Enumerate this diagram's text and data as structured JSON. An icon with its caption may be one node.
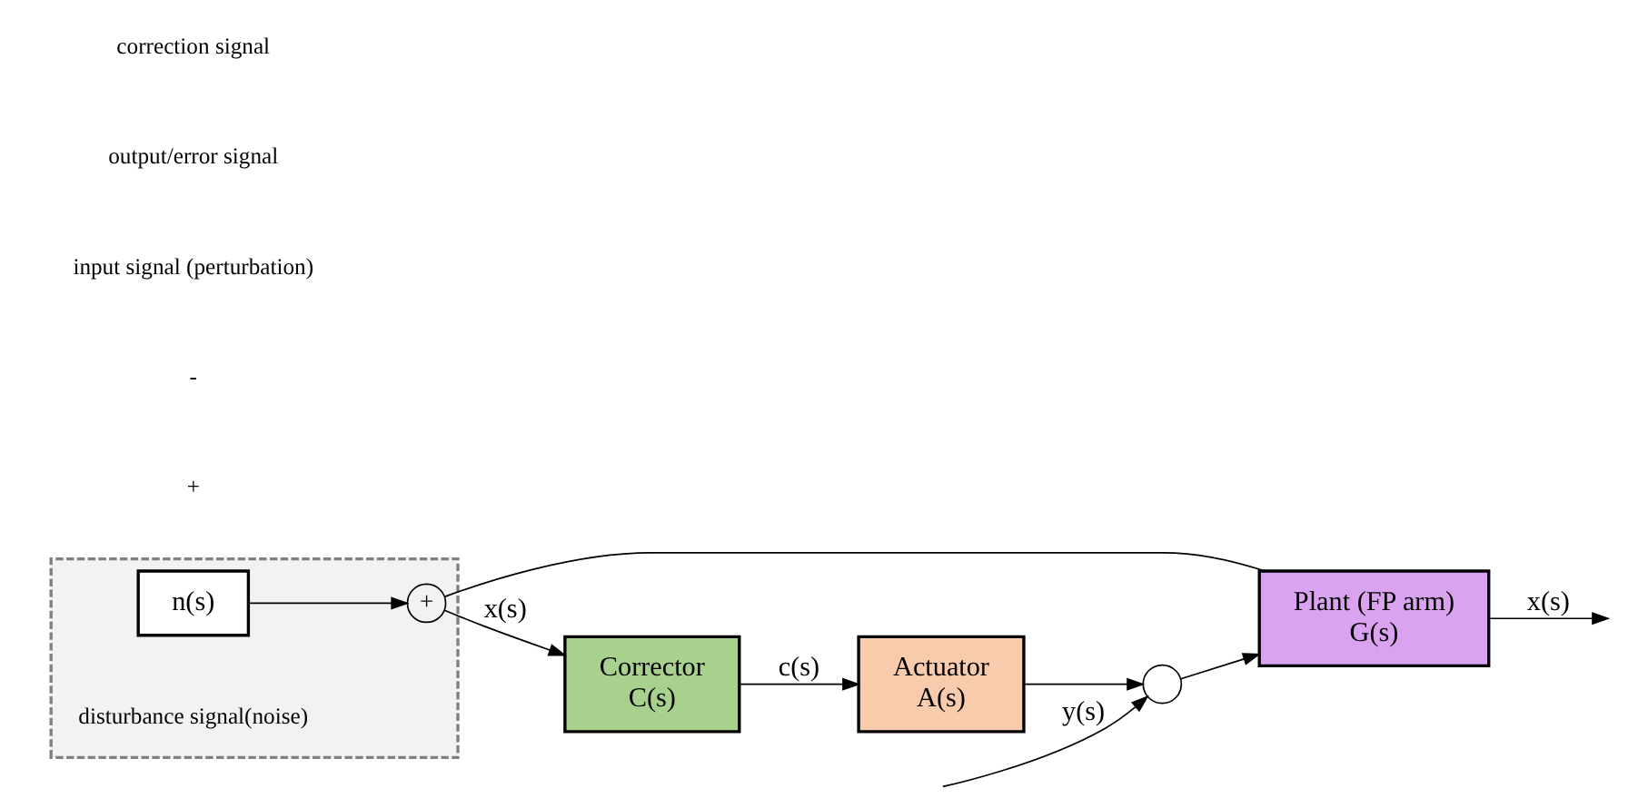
{
  "diagram": {
    "nodes": [
      {
        "text": [],
        "shape": "circle"
      },
      {
        "text": [
          "Plant (FP arm)",
          "G(s)"
        ]
      },
      {
        "text": [
          "Actuator",
          "A(s)"
        ]
      },
      {
        "text": [
          "Corrector",
          "C(s)"
        ]
      },
      {
        "text": [],
        "shape": "box"
      },
      {
        "text": [
          "+"
        ],
        "in": 4
      },
      {
        "text": [
          "n(s)"
        ],
        "in": 4,
        "beside": [
          "disturbance signal(noise)"
        ]
      }
    ],
    "edges": [
      {
        "from": null,
        "to": 0,
        "arrow": "to",
        "label": "y(s)"
      },
      {
        "from": 0,
        "to": 1,
        "arrow": "to"
      },
      {
        "from": 1,
        "to": null,
        "arrow": "to",
        "label": "x(s)"
      },
      {
        "from": 1,
        "to": 5,
        "arrow": "none"
      },
      {
        "from": 6,
        "to": 5,
        "arrow": "to"
      },
      {
        "from": 5,
        "to": 3,
        "arrow": "to",
        "label": "x(s)"
      },
      {
        "from": 3,
        "to": 2,
        "arrow": "to",
        "label": "c(s)"
      },
      {
        "from": 2,
        "to": 0,
        "arrow": "to"
      }
    ],
    "labels": [
      "+",
      "-",
      "input signal (perturbation)",
      "output/error signal",
      "correction signal"
    ]
  }
}
